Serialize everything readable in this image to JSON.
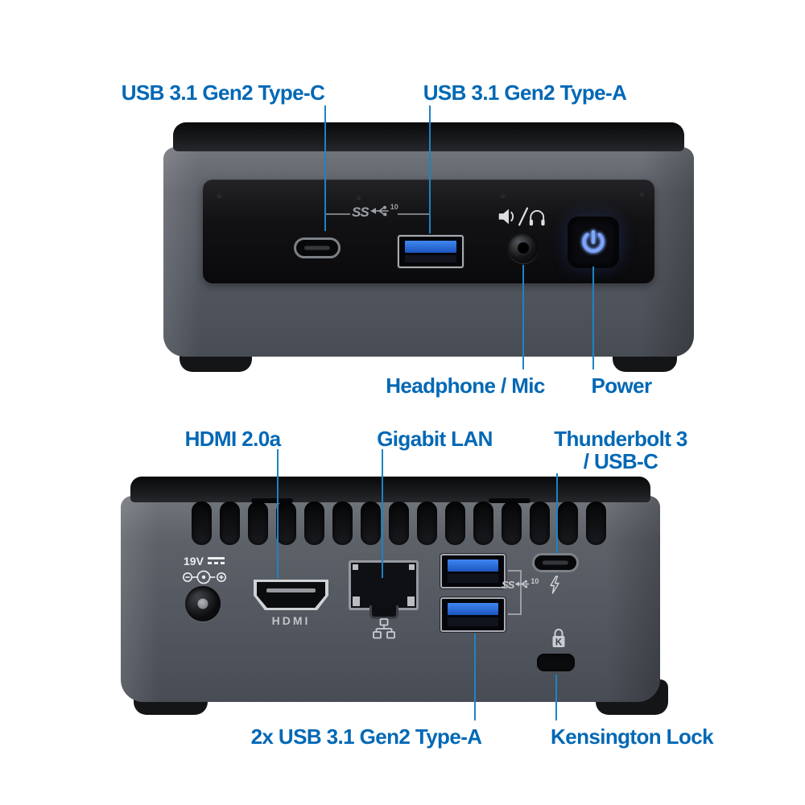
{
  "diagram_title": "Mini PC front and rear port callout diagram",
  "colors": {
    "label_blue": "#0068b5",
    "callout_line_blue": "#1e83c5",
    "usb_port_blue": "#2b6fe3",
    "power_glow_blue": "#7ea4ff",
    "chassis_gray": "#54585f",
    "panel_black": "#0d0d0f"
  },
  "front_view": {
    "label_usb_c": "USB 3.1 Gen2 Type-C",
    "label_usb_a": "USB 3.1 Gen2 Type-A",
    "label_headphone": "Headphone / Mic",
    "label_power": "Power",
    "ss10": {
      "text": "SS",
      "sup": "10"
    }
  },
  "back_view": {
    "label_hdmi": "HDMI 2.0a",
    "label_lan": "Gigabit LAN",
    "label_tb_line1": "Thunderbolt 3",
    "label_tb_line2": "/ USB-C",
    "label_usb_2x": "2x USB 3.1 Gen2 Type-A",
    "label_kensington": "Kensington Lock",
    "power_voltage": "19V",
    "hdmi_logo": "HDMI",
    "ss10": {
      "text": "SS",
      "sup": "10"
    },
    "kensington_letter": "K"
  }
}
